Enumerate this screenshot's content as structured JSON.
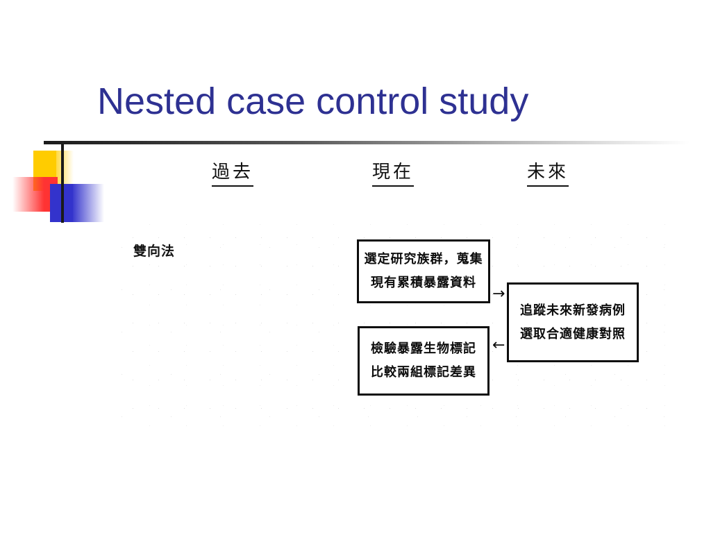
{
  "slide": {
    "title": "Nested case control study",
    "title_color": "#2E3192"
  },
  "logo": {
    "yellow": "#FFCC00",
    "red": "#FF3333",
    "blue": "#3333CC",
    "rule": "#1C1C1C"
  },
  "timeline": {
    "headers": [
      {
        "label": "過去",
        "meaning": "past"
      },
      {
        "label": "現在",
        "meaning": "present"
      },
      {
        "label": "未來",
        "meaning": "future"
      }
    ]
  },
  "figure": {
    "row_label": "雙向法",
    "boxes": {
      "top": {
        "lines": [
          "選定研究族群，蒐集",
          "現有累積暴露資料"
        ]
      },
      "right": {
        "lines": [
          "追蹤未來新發病例",
          "選取合適健康對照"
        ]
      },
      "bottom": {
        "lines": [
          "檢驗暴露生物標記",
          "比較兩組標記差異"
        ]
      }
    },
    "arrows": {
      "right": "→",
      "left": "←"
    }
  }
}
